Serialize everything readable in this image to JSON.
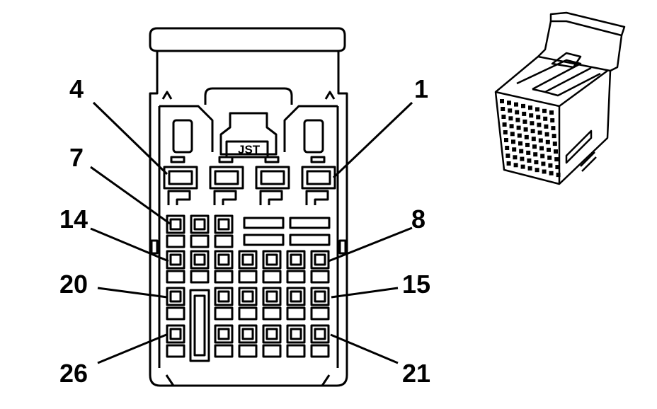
{
  "connector": {
    "brand": "JST",
    "pin_labels": [
      "4",
      "1",
      "7",
      "8",
      "14",
      "20",
      "15",
      "26",
      "21"
    ]
  },
  "colors": {
    "line": "#000000",
    "background": "#ffffff"
  }
}
